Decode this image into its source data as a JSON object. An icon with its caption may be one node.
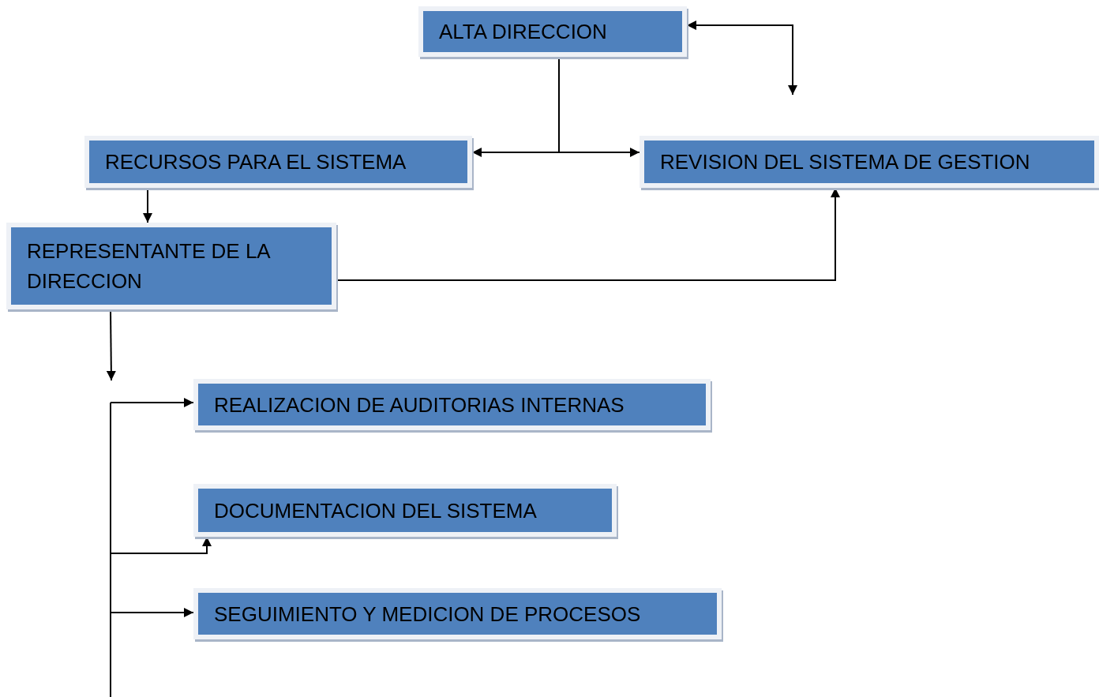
{
  "diagram": {
    "nodes": [
      {
        "text": [
          "ALTA DIRECCION"
        ]
      },
      {
        "text": [
          "RECURSOS PARA EL SISTEMA"
        ]
      },
      {
        "text": [
          "REVISION DEL SISTEMA DE GESTION"
        ]
      },
      {
        "text": [
          "REPRESENTANTE DE LA DIRECCION"
        ]
      },
      {
        "text": [
          "REALIZACION DE AUDITORIAS INTERNAS"
        ]
      },
      {
        "text": [
          "DOCUMENTACION DEL SISTEMA"
        ]
      },
      {
        "text": [
          "SEGUIMIENTO Y MEDICION DE PROCESOS"
        ]
      }
    ],
    "edges": [
      {
        "from": 0,
        "to": 1,
        "arrow": "to"
      },
      {
        "from": 0,
        "to": 2,
        "arrow": "to"
      },
      {
        "from": null,
        "to": 0,
        "arrow": "both"
      },
      {
        "from": 1,
        "to": 3,
        "arrow": "to"
      },
      {
        "from": 3,
        "to": 2,
        "arrow": "to"
      },
      {
        "from": 3,
        "to": null,
        "arrow": "to"
      },
      {
        "from": null,
        "to": 4,
        "arrow": "to"
      },
      {
        "from": null,
        "to": 5,
        "arrow": "to"
      },
      {
        "from": null,
        "to": 6,
        "arrow": "to"
      }
    ]
  }
}
